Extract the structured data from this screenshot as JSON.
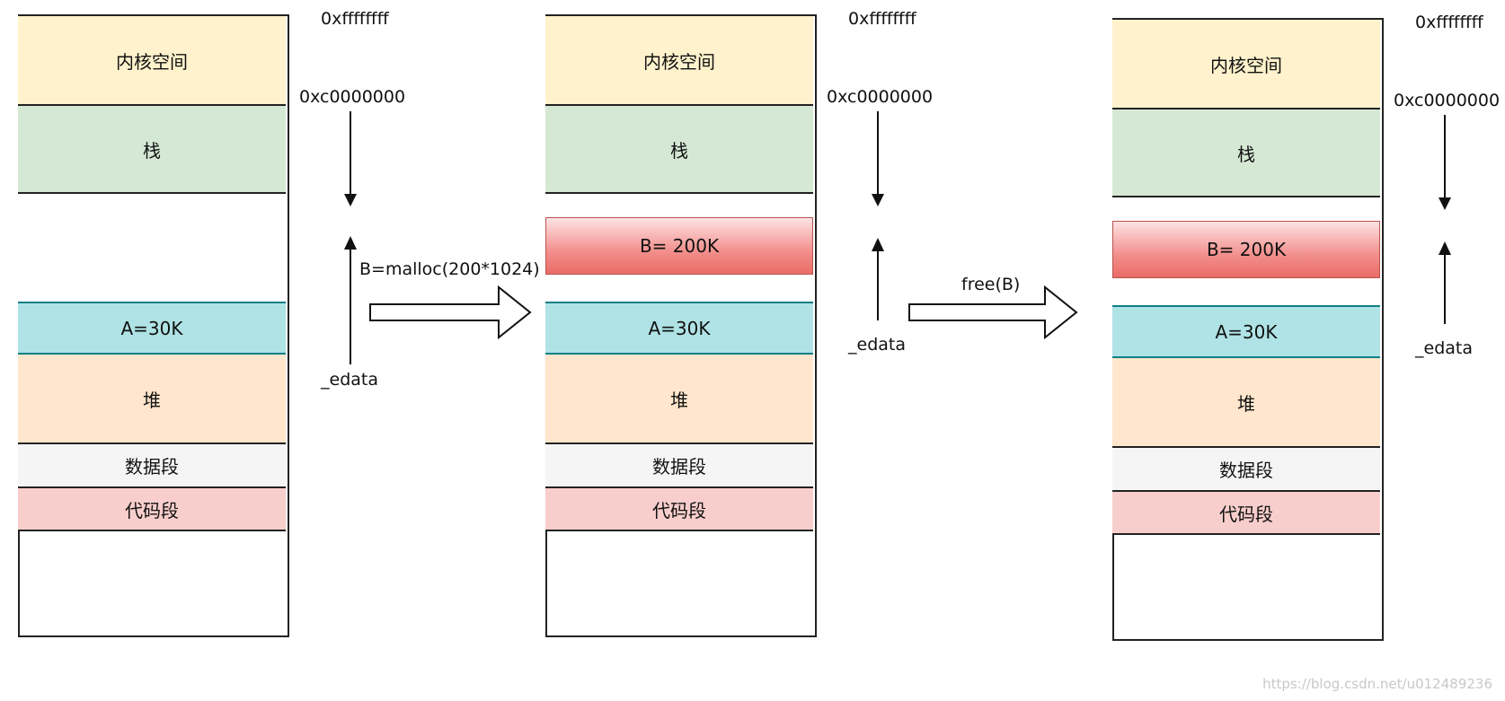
{
  "diagram": {
    "addr_top": "0xffffffff",
    "addr_kernel": "0xc0000000",
    "edata": "_edata",
    "segments": {
      "kernel": "内核空间",
      "stack": "栈",
      "block_a": "A=30K",
      "heap": "堆",
      "data": "数据段",
      "code": "代码段",
      "block_b": "B= 200K"
    },
    "step1_label": "B=malloc(200*1024)",
    "step2_label": "free(B)",
    "colors": {
      "kernel": "#fff2cc",
      "stack": "#d5e8d4",
      "block_a": "#b0e3e6",
      "heap": "#ffe6cc",
      "data": "#f5f5f5",
      "code": "#f8cecc",
      "block_b": "#ea6b66"
    }
  },
  "watermark": "https://blog.csdn.net/u012489236"
}
